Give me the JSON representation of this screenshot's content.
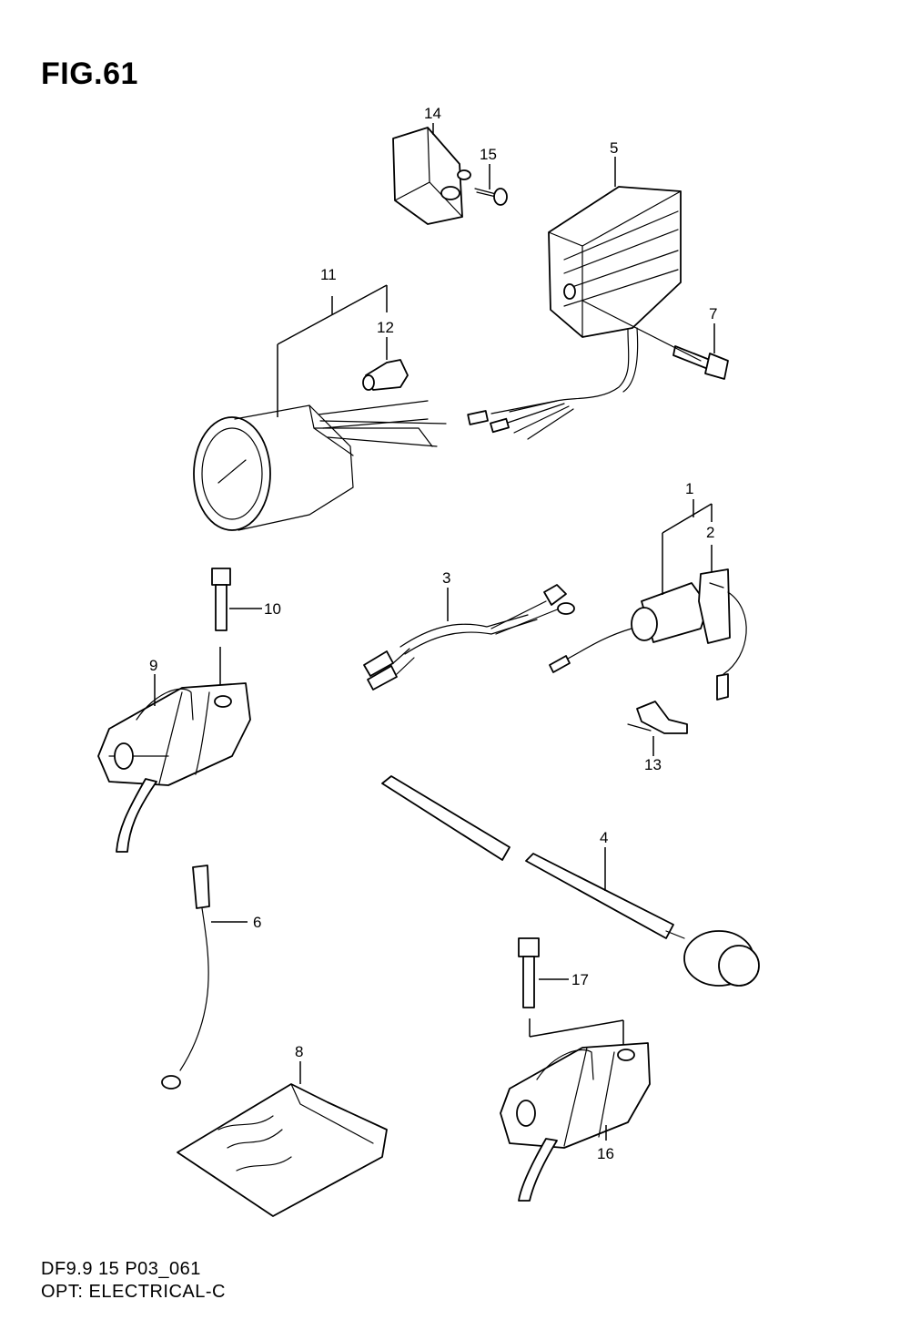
{
  "figure": {
    "title": "FIG.61",
    "code": "DF9.9 15 P03_061",
    "caption": "OPT: ELECTRICAL-C"
  },
  "callouts": [
    "1",
    "2",
    "3",
    "4",
    "5",
    "6",
    "7",
    "8",
    "9",
    "10",
    "11",
    "12",
    "13",
    "14",
    "15",
    "16",
    "17"
  ]
}
